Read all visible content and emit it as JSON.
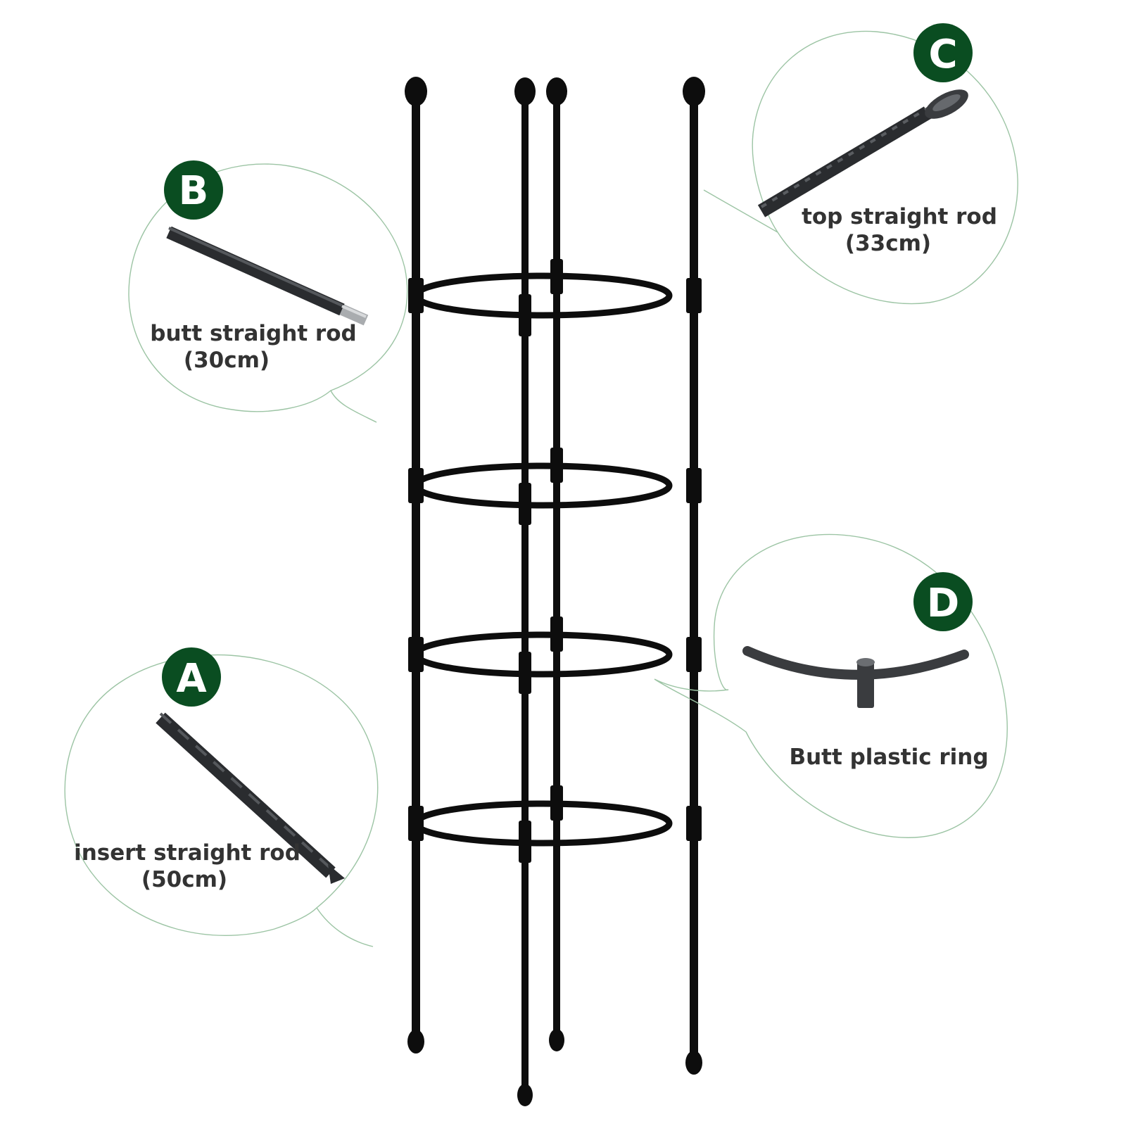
{
  "colors": {
    "badge": "#0a4d21",
    "bubble_outline": "#9cc4a4",
    "rod": "#0d0d0d",
    "part": "#3a3c3f",
    "label": "#333333"
  },
  "parts": {
    "A": {
      "letter": "A",
      "name": "insert straight rod",
      "size": "(50cm)"
    },
    "B": {
      "letter": "B",
      "name": "butt straight rod",
      "size": "(30cm)"
    },
    "C": {
      "letter": "C",
      "name": "top straight rod",
      "size": "(33cm)"
    },
    "D": {
      "letter": "D",
      "name": "Butt plastic ring"
    }
  },
  "tower": {
    "ring_count": 4,
    "stake_count": 4
  }
}
